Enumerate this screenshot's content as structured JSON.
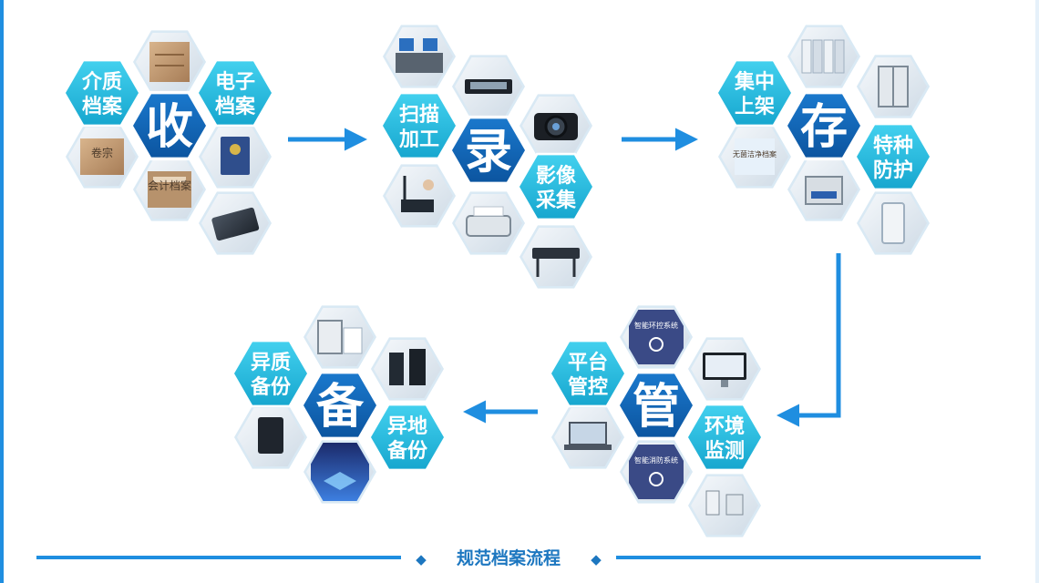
{
  "colors": {
    "cyan": "#2ec3e3",
    "cyan_dark": "#19a9cf",
    "core": "#1266b8",
    "blue": "#1a7fd6",
    "line": "#1f8ee0",
    "border": "#d9e9f4",
    "photo_light": "#eef3f7",
    "photo_mid": "#cfd9e2",
    "photo_dark": "#3a4450",
    "paper": "#c9a27a"
  },
  "clusters": [
    {
      "id": "shou",
      "core": "收",
      "labels": [
        {
          "line1": "介质",
          "line2": "档案"
        },
        {
          "line1": "电子",
          "line2": "档案"
        }
      ],
      "photos": [
        {
          "icon": "archive-folder-icon",
          "text": ""
        },
        {
          "icon": "archive-box-icon",
          "text": "卷宗"
        },
        {
          "icon": "ledger-book-icon",
          "text": "会计档案"
        },
        {
          "icon": "certificate-icon",
          "text": ""
        },
        {
          "icon": "hard-drive-icon",
          "text": ""
        }
      ]
    },
    {
      "id": "lu",
      "core": "录",
      "labels": [
        {
          "line1": "扫描",
          "line2": "加工"
        },
        {
          "line1": "影像",
          "line2": "采集"
        }
      ],
      "photos": [
        {
          "icon": "scanner-workstation-icon",
          "text": ""
        },
        {
          "icon": "flatbed-scanner-icon",
          "text": ""
        },
        {
          "icon": "camera-icon",
          "text": ""
        },
        {
          "icon": "book-scanner-icon",
          "text": ""
        },
        {
          "icon": "document-scanner-icon",
          "text": ""
        },
        {
          "icon": "wide-format-scanner-icon",
          "text": ""
        }
      ]
    },
    {
      "id": "cun",
      "core": "存",
      "labels": [
        {
          "line1": "集中",
          "line2": "上架"
        },
        {
          "line1": "特种",
          "line2": "防护"
        }
      ],
      "photos": [
        {
          "icon": "compact-shelving-icon",
          "text": ""
        },
        {
          "icon": "dehumidifier-icon",
          "text": ""
        },
        {
          "icon": "storage-solution-icon",
          "text": "无菌洁净档案"
        },
        {
          "icon": "box-device-icon",
          "text": ""
        },
        {
          "icon": "air-purifier-icon",
          "text": ""
        },
        {
          "icon": "cabinet-icon",
          "text": ""
        }
      ]
    },
    {
      "id": "guan",
      "core": "管",
      "labels": [
        {
          "line1": "平台",
          "line2": "管控"
        },
        {
          "line1": "环境",
          "line2": "监测"
        }
      ],
      "photos": [
        {
          "icon": "environment-control-icon",
          "text": "智能环控系统"
        },
        {
          "icon": "monitor-icon",
          "text": ""
        },
        {
          "icon": "laptop-icon",
          "text": ""
        },
        {
          "icon": "fire-protection-icon",
          "text": "智能消防系统"
        },
        {
          "icon": "sensor-panel-icon",
          "text": ""
        }
      ]
    },
    {
      "id": "bei",
      "core": "备",
      "labels": [
        {
          "line1": "异质",
          "line2": "备份"
        },
        {
          "line1": "异地",
          "line2": "备份"
        }
      ],
      "photos": [
        {
          "icon": "nas-storage-icon",
          "text": ""
        },
        {
          "icon": "server-tower-icon",
          "text": ""
        },
        {
          "icon": "backup-server-icon",
          "text": ""
        },
        {
          "icon": "hologram-icon",
          "text": ""
        }
      ]
    }
  ],
  "footer": {
    "title": "规范档案流程",
    "bullet_left": "◆",
    "bullet_right": "◆"
  }
}
